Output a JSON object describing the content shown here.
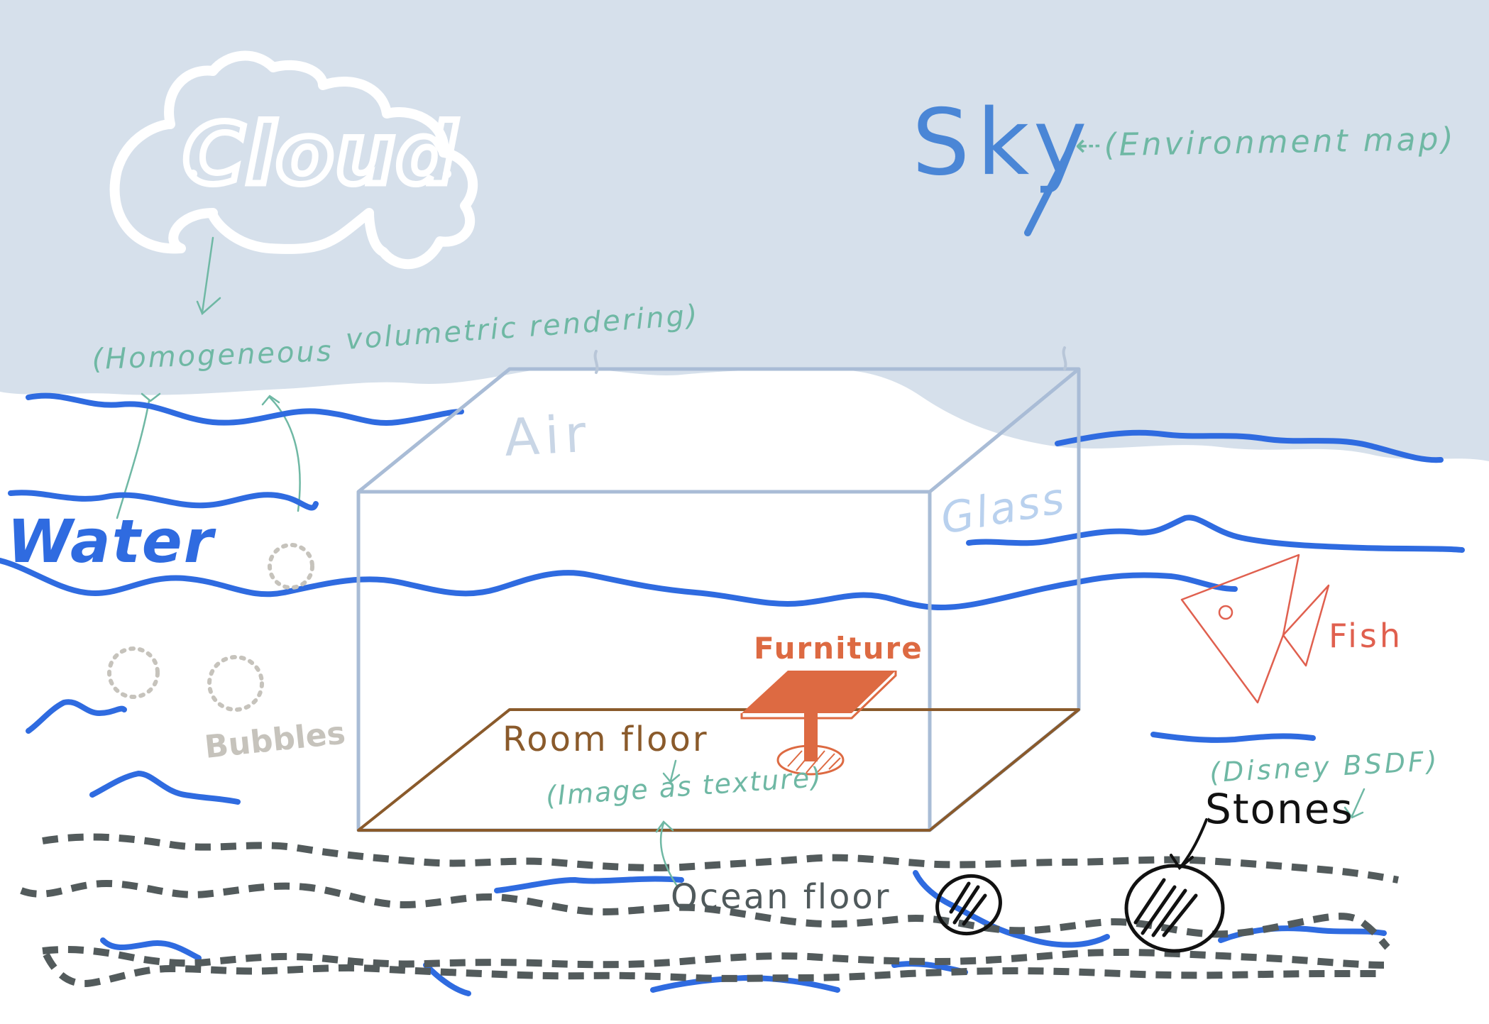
{
  "labels": {
    "cloud": "Cloud",
    "sky": "Sky",
    "environment_map": "⇠(Environment map)",
    "homogeneous": "(Homogeneous",
    "volumetric": "volumetric rendering)",
    "air": "Air",
    "glass": "Glass",
    "water": "Water",
    "bubbles": "Bubbles",
    "furniture": "Furniture",
    "room_floor": "Room floor",
    "image_as_texture": "(Image as texture)",
    "ocean_floor": "Ocean floor",
    "fish": "Fish",
    "disney_bsdf": "(Disney BSDF)",
    "stones": "Stones"
  },
  "colors": {
    "sky": "#d6e0eb",
    "water_line": "#2f6be0",
    "ocean_floor_dash": "#535b5c",
    "glass_box": "#a9bcd6",
    "room_floor": "#8a5a2b",
    "furniture": "#dd6a42",
    "fish": "#e0604f",
    "annotation": "#6fb8a4",
    "bubbles": "#c6c3bc",
    "stones": "#111111"
  },
  "icons": [
    "cloud-icon",
    "fish-icon",
    "stone-icon",
    "bubble-icon",
    "table-icon"
  ]
}
